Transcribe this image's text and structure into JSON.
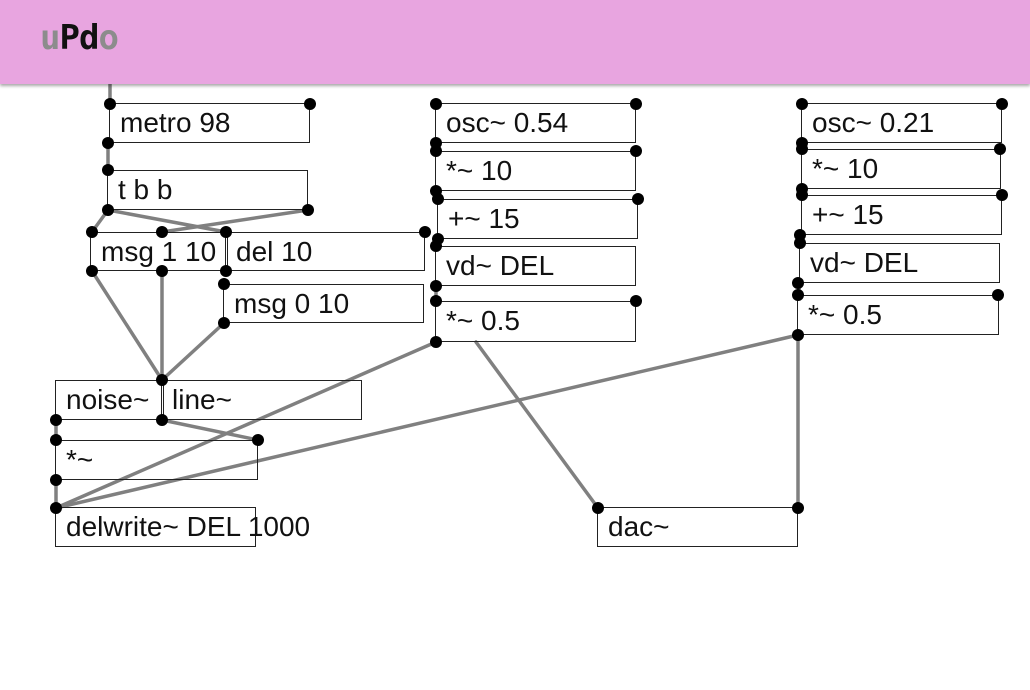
{
  "app": {
    "logo_parts": [
      "u",
      "Pd",
      "o"
    ]
  },
  "objects": {
    "metro": "metro 98",
    "tbb": "t b b",
    "msg1": "msg 1 10",
    "del": "del 10",
    "msg0": "msg 0 10",
    "noise": "noise~",
    "line": "line~",
    "mul": "*~",
    "delwrite": "delwrite~ DEL 1000",
    "osc1": "osc~ 0.54",
    "mul1": "*~ 10",
    "add1": "+~ 15",
    "vd1": "vd~ DEL",
    "gain1": "*~ 0.5",
    "osc2": "osc~ 0.21",
    "mul2": "*~ 10",
    "add2": "+~ 15",
    "vd2": "vd~ DEL",
    "gain2": "*~ 0.5",
    "dac": "dac~"
  },
  "colors": {
    "header": "#e8a5e0",
    "wire": "#808080",
    "port": "#000000",
    "box_border": "#222222"
  }
}
